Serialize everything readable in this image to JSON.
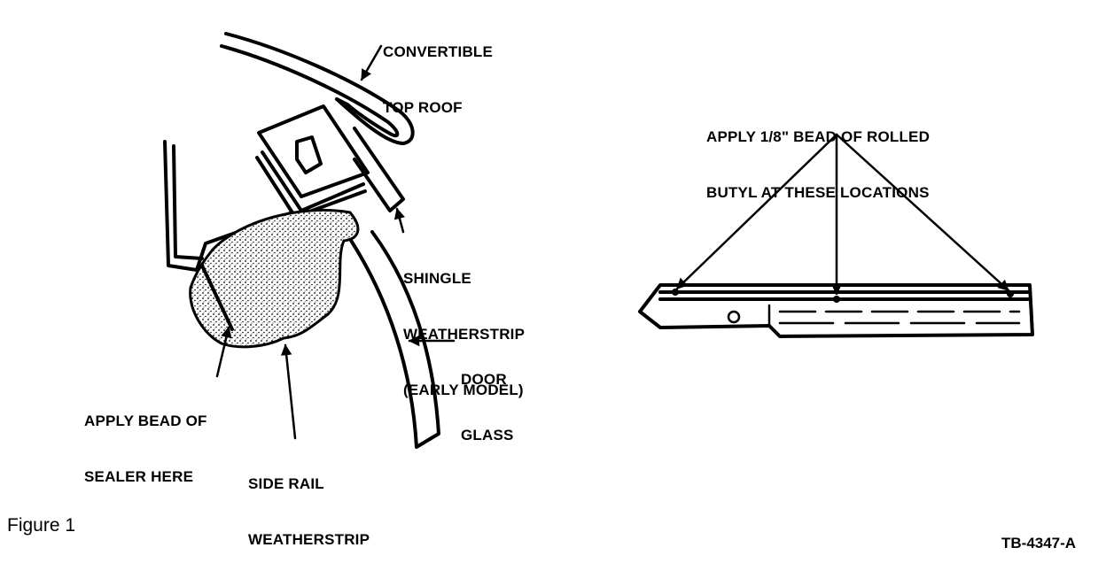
{
  "figure": {
    "caption": "Figure 1",
    "code": "TB-4347-A"
  },
  "left_diagram": {
    "labels": {
      "convertible_top_roof": [
        "CONVERTIBLE",
        "TOP ROOF"
      ],
      "shingle_weatherstrip": [
        "SHINGLE",
        "WEATHERSTRIP",
        "(EARLY MODEL)"
      ],
      "door_glass": [
        "DOOR",
        "GLASS"
      ],
      "apply_bead_sealer": [
        "APPLY BEAD OF",
        "SEALER HERE"
      ],
      "side_rail_weatherstrip": [
        "SIDE RAIL",
        "WEATHERSTRIP"
      ]
    }
  },
  "right_diagram": {
    "labels": {
      "butyl_note": [
        "APPLY 1/8\" BEAD OF ROLLED",
        "BUTYL AT THESE LOCATIONS"
      ]
    }
  },
  "colors": {
    "ink": "#000000",
    "paper": "#ffffff"
  }
}
